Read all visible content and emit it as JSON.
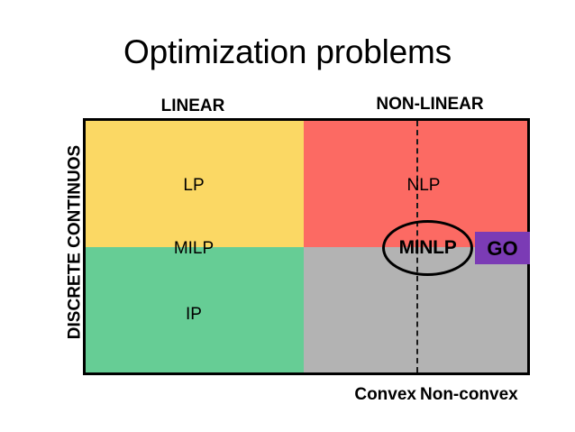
{
  "slide": {
    "title": "Optimization problems"
  },
  "axes": {
    "columns": [
      {
        "label": "LINEAR"
      },
      {
        "label": "NON-LINEAR"
      }
    ],
    "y_axis_label": "DISCRETE CONTINUOS",
    "bottom": [
      {
        "label": "Convex"
      },
      {
        "label": "Non-convex"
      }
    ]
  },
  "matrix": {
    "quadrants": [
      {
        "name": "linear-continuous",
        "label": "LP",
        "color": "#FBD864"
      },
      {
        "name": "nonlinear-continuous",
        "label": "NLP",
        "color": "#FC6A63"
      },
      {
        "name": "linear-discrete",
        "label": "IP",
        "color": "#66CD95"
      },
      {
        "name": "nonlinear-discrete",
        "label": "",
        "color": "#B3B3B3"
      }
    ],
    "boundary_label": "MILP",
    "ellipse_label": "MINLP",
    "badge": {
      "label": "GO",
      "color": "#7B3BB5"
    },
    "divider_style": "dashed"
  },
  "chart_data": {
    "type": "table",
    "title": "Optimization problems",
    "xlabel": "",
    "ylabel": "",
    "columns": [
      "LINEAR",
      "NON-LINEAR"
    ],
    "rows": [
      "CONTINUOS",
      "DISCRETE"
    ],
    "sub_columns": [
      "Convex",
      "Non-convex"
    ],
    "cells": [
      {
        "row": "CONTINUOS",
        "column": "LINEAR",
        "label": "LP",
        "color": "#FBD864"
      },
      {
        "row": "CONTINUOS",
        "column": "NON-LINEAR",
        "label": "NLP",
        "color": "#FC6A63"
      },
      {
        "row": "DISCRETE",
        "column": "LINEAR",
        "label": "IP",
        "color": "#66CD95"
      },
      {
        "row": "DISCRETE",
        "column": "NON-LINEAR",
        "label": "",
        "color": "#B3B3B3"
      }
    ],
    "annotations": [
      {
        "text": "MILP",
        "note": "spans LINEAR column across CONTINUOS/DISCRETE boundary"
      },
      {
        "text": "MINLP",
        "note": "ellipse spanning NON-LINEAR column across CONTINUOS/DISCRETE boundary"
      },
      {
        "text": "GO",
        "note": "purple badge at right edge on the Non-convex side"
      }
    ],
    "grid": false,
    "legend": "none"
  }
}
